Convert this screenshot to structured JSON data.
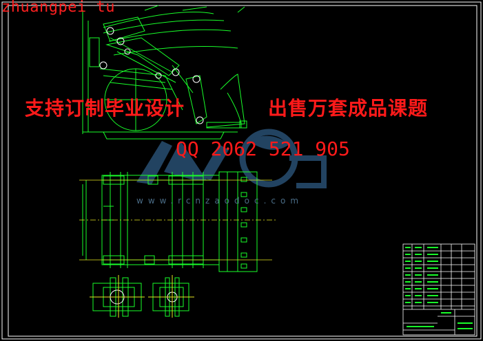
{
  "watermark_top": "zhuangpei tu",
  "banner": {
    "left": "支持订制毕业设计",
    "right": "出售万套成品课题",
    "contact": "QQ 2062 521 905"
  },
  "site_watermark": "www.rcnzaodoc.com",
  "colors": {
    "background": "#000000",
    "frame": "#ffffff",
    "drawing_green": "#19ff2a",
    "center_line": "#e8e820",
    "red_text": "#ff1a1a",
    "logo_blue": "#2e5a82"
  }
}
